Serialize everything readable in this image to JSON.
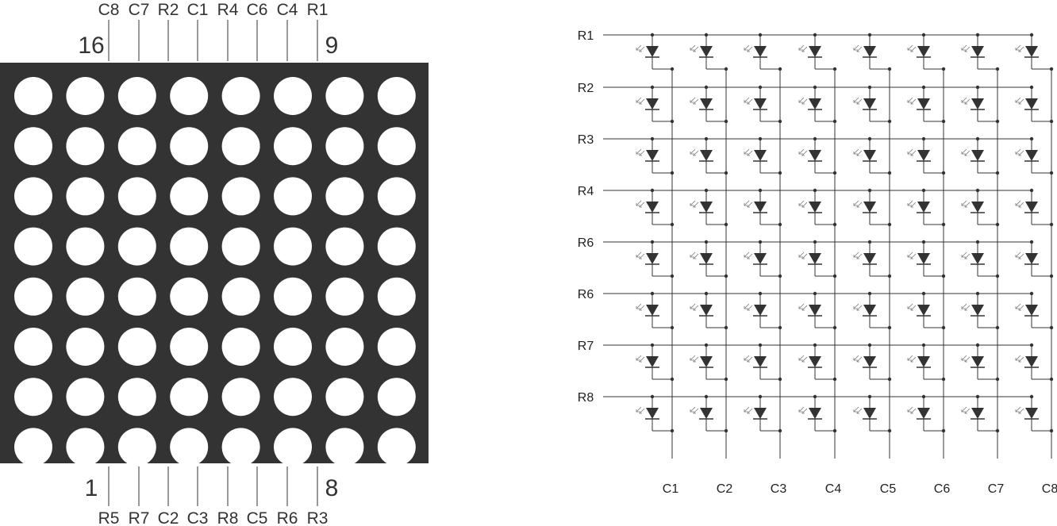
{
  "matrix": {
    "rows": 8,
    "cols": 8,
    "top_pins": [
      "C8",
      "C7",
      "R2",
      "C1",
      "R4",
      "C6",
      "C4",
      "R1"
    ],
    "bottom_pins": [
      "R5",
      "R7",
      "C2",
      "C3",
      "R8",
      "C5",
      "R6",
      "R3"
    ],
    "pin_numbers": {
      "top_left": "16",
      "top_right": "9",
      "bottom_left": "1",
      "bottom_right": "8"
    }
  },
  "schematic": {
    "row_labels": [
      "R1",
      "R2",
      "R3",
      "R4",
      "R6",
      "R6",
      "R7",
      "R8"
    ],
    "col_labels": [
      "C1",
      "C2",
      "C3",
      "C4",
      "C5",
      "C6",
      "C7",
      "C8"
    ]
  },
  "colors": {
    "panel": "#333333",
    "dot": "#ffffff",
    "line": "#333333",
    "text": "#333333"
  }
}
